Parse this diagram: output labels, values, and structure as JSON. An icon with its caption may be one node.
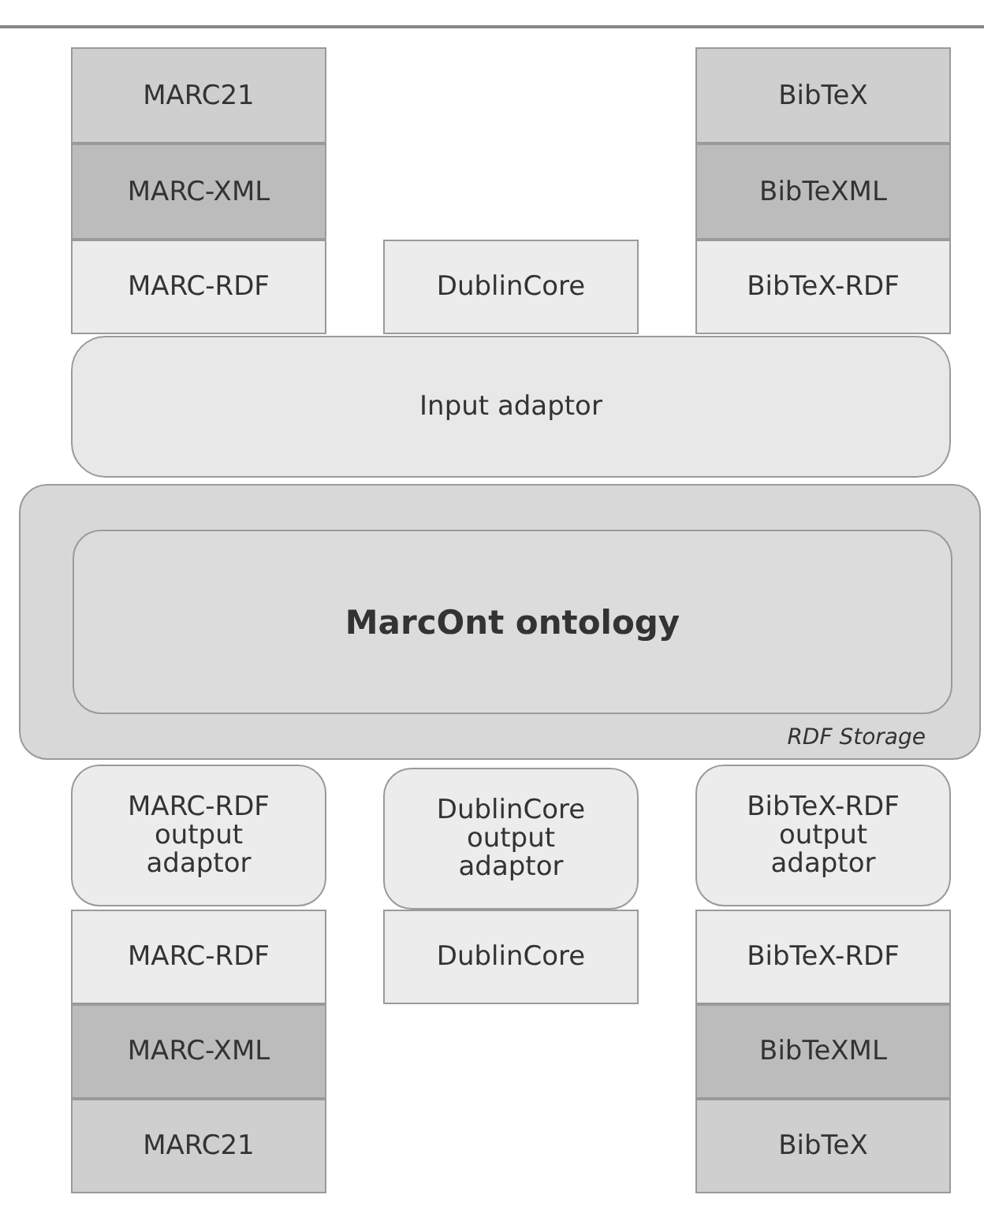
{
  "diagram": {
    "nodes": [
      {
        "text": [
          "MARC21"
        ]
      },
      {
        "text": [
          "BibTeX"
        ]
      },
      {
        "text": [
          "MARC-XML"
        ]
      },
      {
        "text": [
          "BibTeXML"
        ]
      },
      {
        "text": [
          "MARC-RDF"
        ]
      },
      {
        "text": [
          "DublinCore"
        ]
      },
      {
        "text": [
          "BibTeX-RDF"
        ]
      },
      {
        "text": [
          "Input adaptor"
        ]
      },
      {
        "text": [
          "RDF Storage"
        ]
      },
      {
        "text": [
          "MarcOnt ontology"
        ],
        "in": 8
      },
      {
        "text": [
          "MARC-RDF output adaptor"
        ]
      },
      {
        "text": [
          "DublinCore output adaptor"
        ]
      },
      {
        "text": [
          "BibTeX-RDF output adaptor"
        ]
      },
      {
        "text": [
          "MARC-RDF"
        ]
      },
      {
        "text": [
          "DublinCore"
        ]
      },
      {
        "text": [
          "BibTeX-RDF"
        ]
      },
      {
        "text": [
          "MARC-XML"
        ]
      },
      {
        "text": [
          "BibTeXML"
        ]
      },
      {
        "text": [
          "MARC21"
        ]
      },
      {
        "text": [
          "BibTeX"
        ]
      }
    ],
    "edges": []
  }
}
